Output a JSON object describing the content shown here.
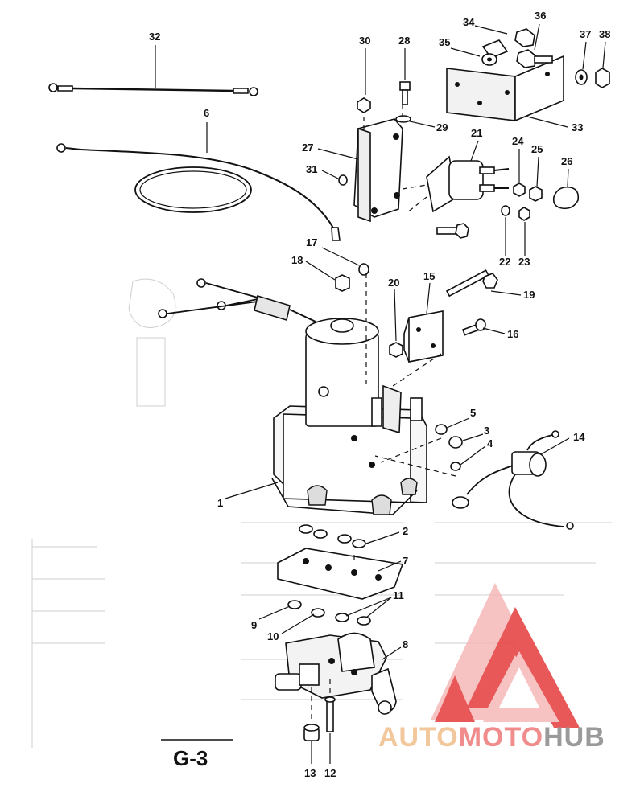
{
  "page_label": "G-3",
  "brand": {
    "part1": "AUTO",
    "part2": "MOTO",
    "part3": "HUB"
  },
  "callouts": {
    "c1": "1",
    "c2": "2",
    "c3": "3",
    "c4": "4",
    "c5": "5",
    "c6": "6",
    "c7": "7",
    "c8": "8",
    "c9": "9",
    "c10": "10",
    "c11": "11",
    "c12": "12",
    "c13": "13",
    "c14": "14",
    "c15": "15",
    "c16": "16",
    "c17": "17",
    "c18": "18",
    "c19": "19",
    "c20": "20",
    "c21": "21",
    "c22": "22",
    "c23": "23",
    "c24": "24",
    "c25": "25",
    "c26": "26",
    "c27": "27",
    "c28": "28",
    "c29": "29",
    "c30": "30",
    "c31": "31",
    "c32": "32",
    "c33": "33",
    "c34": "34",
    "c35": "35",
    "c36": "36",
    "c37": "37",
    "c38": "38"
  },
  "colors": {
    "watermark_red": "#e63b3b",
    "watermark_light": "#f5b8b8"
  }
}
